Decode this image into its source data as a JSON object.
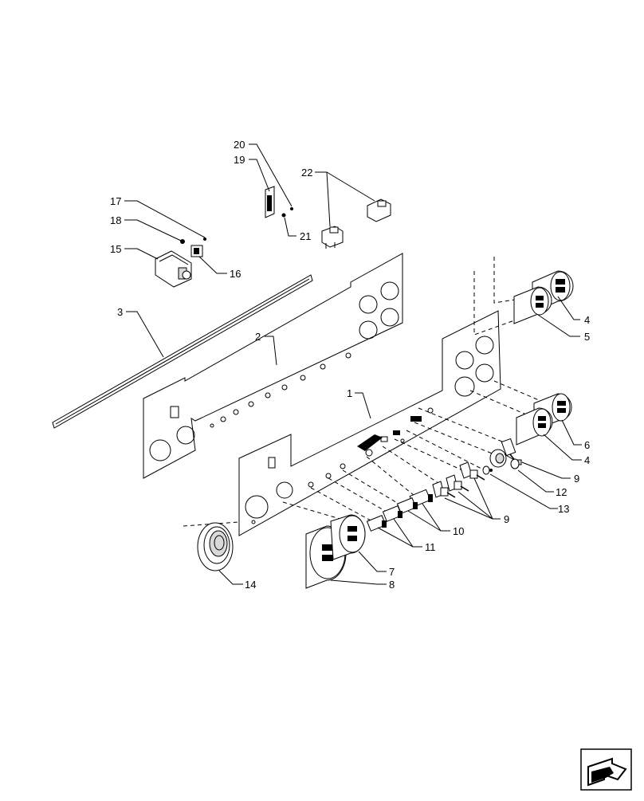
{
  "callouts": {
    "c1": "1",
    "c2": "2",
    "c3": "3",
    "c4a": "4",
    "c4b": "4",
    "c5": "5",
    "c6": "6",
    "c7": "7",
    "c8": "8",
    "c9a": "9",
    "c9b": "9",
    "c10": "10",
    "c11": "11",
    "c12": "12",
    "c13": "13",
    "c14": "14",
    "c15": "15",
    "c16": "16",
    "c17": "17",
    "c18": "18",
    "c19": "19",
    "c20": "20",
    "c21": "21",
    "c22": "22"
  },
  "nav": {
    "icon": "next-page-arrow-icon"
  }
}
